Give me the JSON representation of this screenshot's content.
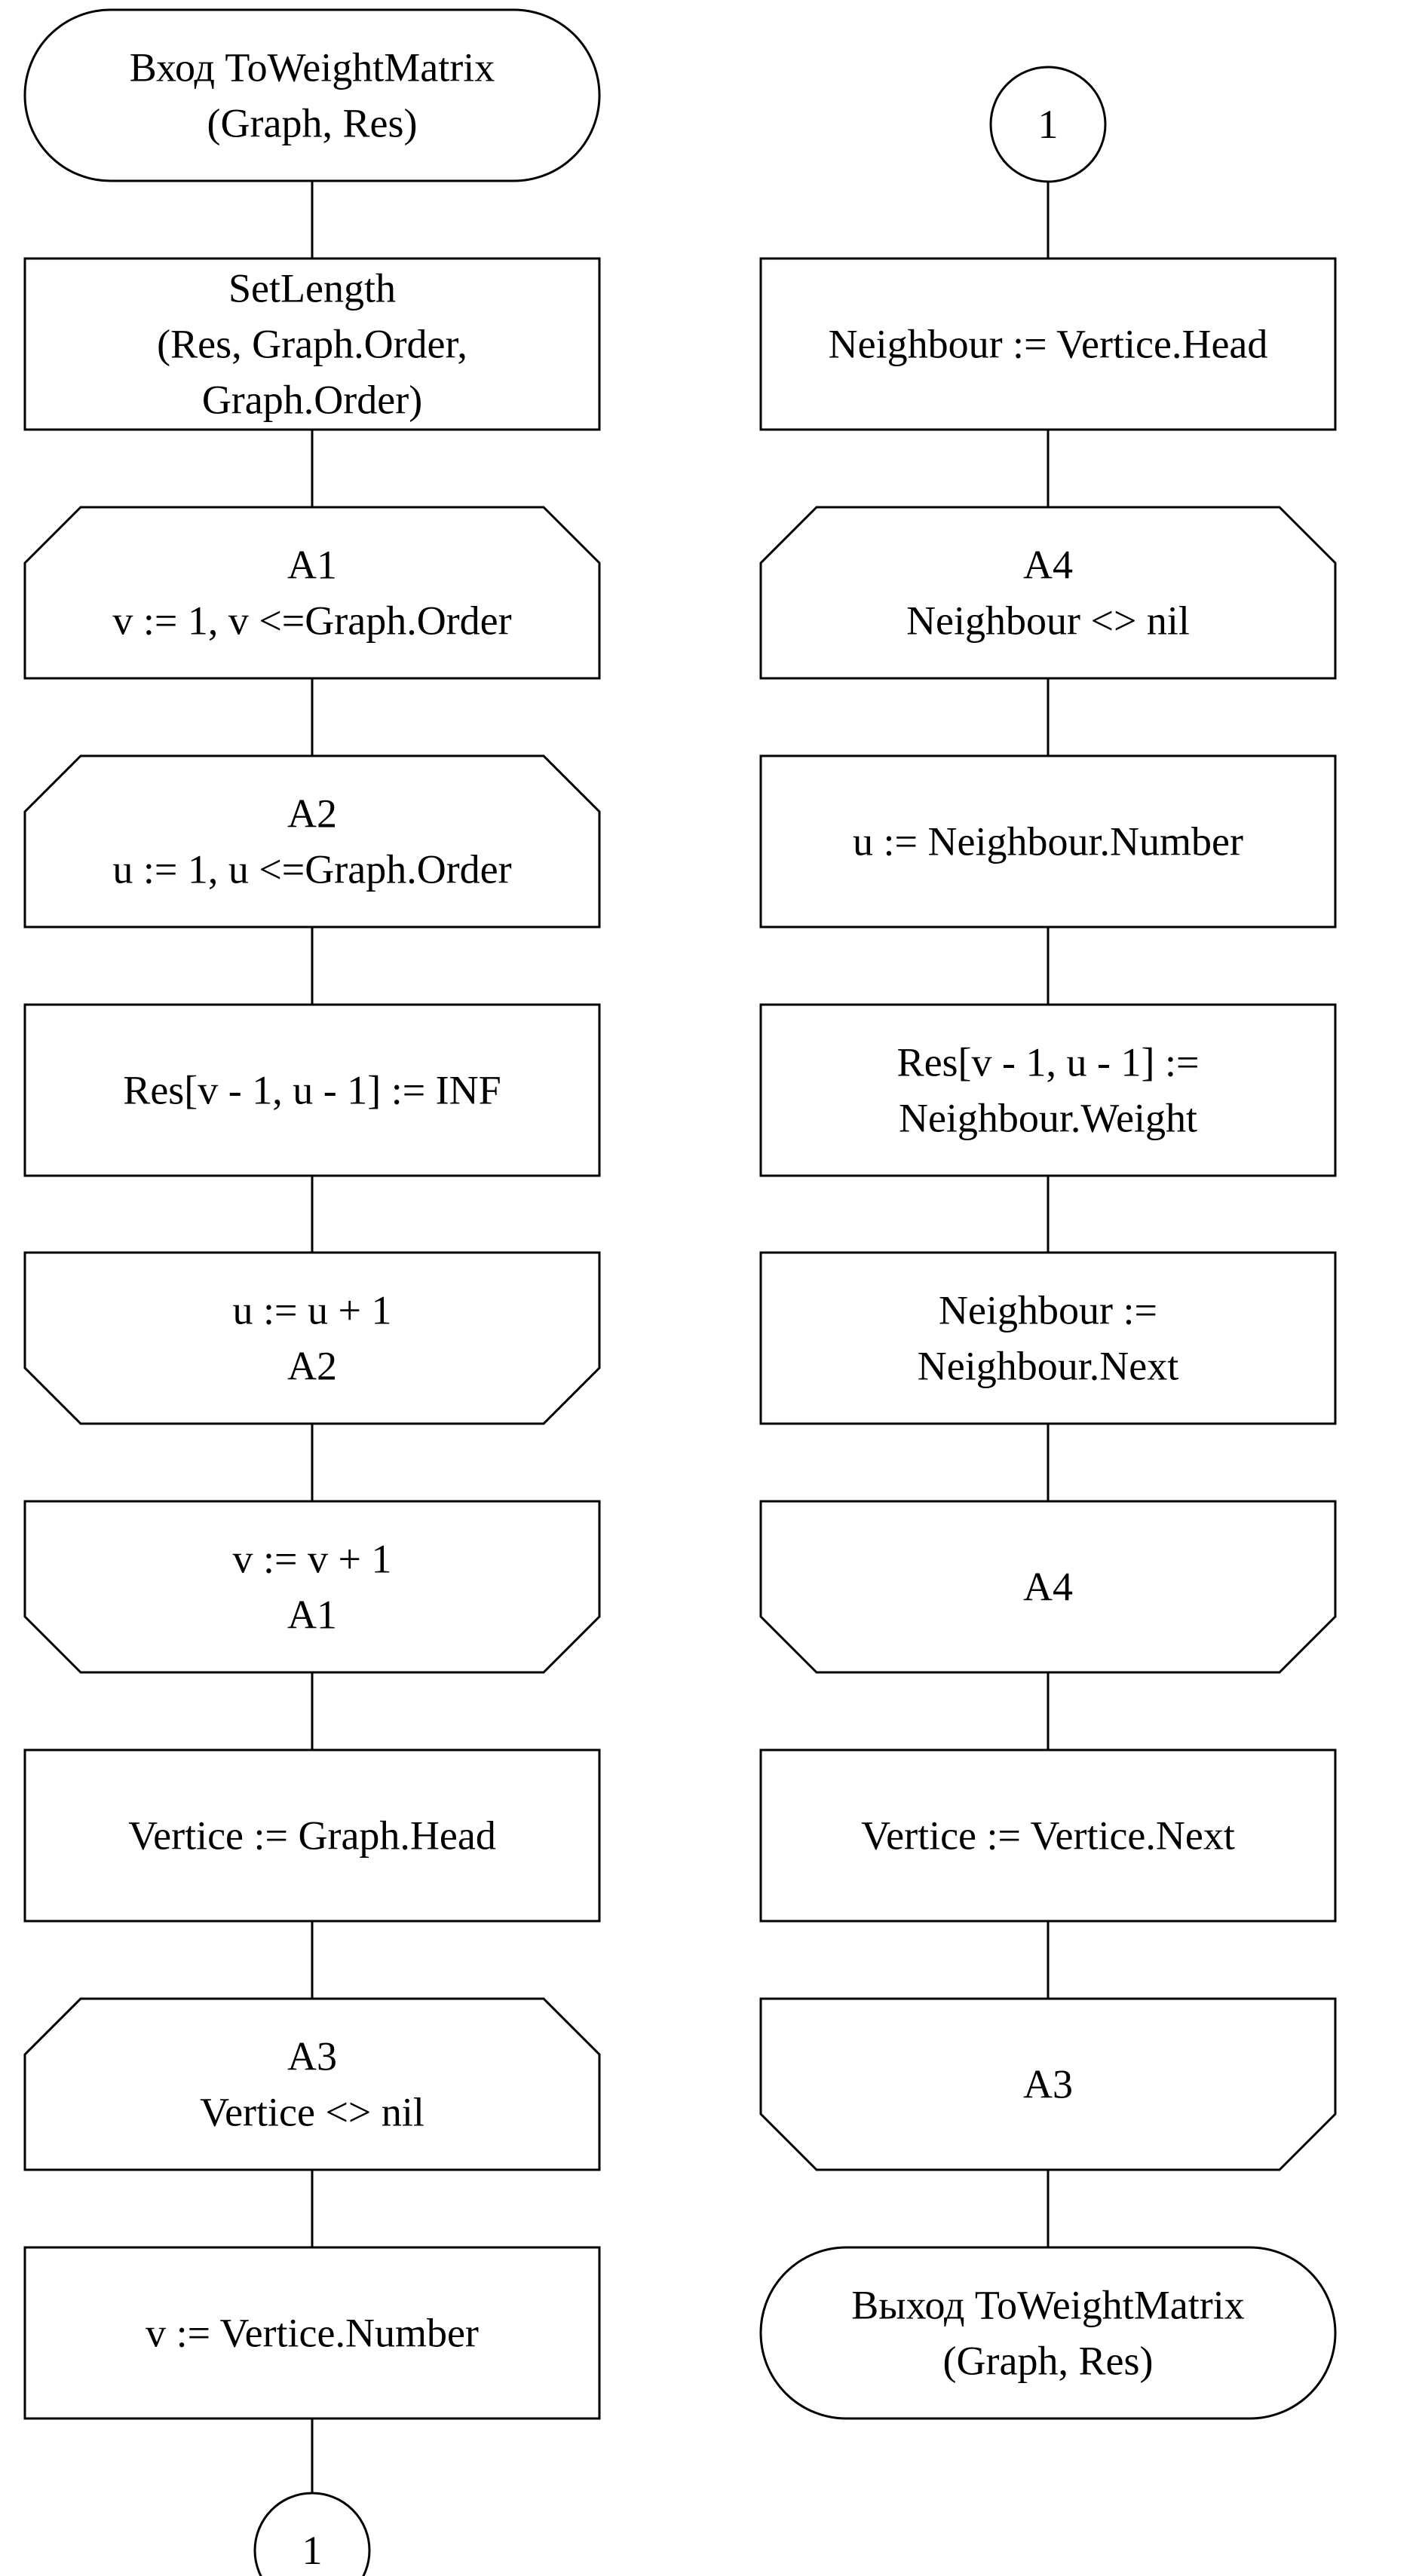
{
  "flowchart": {
    "left_column": [
      {
        "id": "start",
        "shape": "terminator",
        "lines": [
          "Вход ToWeightMatrix",
          "(Graph, Res)"
        ]
      },
      {
        "id": "setlength",
        "shape": "process",
        "lines": [
          "SetLength",
          "(Res, Graph.Order,",
          "Graph.Order)"
        ]
      },
      {
        "id": "loop-a1-begin",
        "shape": "loop-begin",
        "lines": [
          "A1",
          "v := 1, v <=Graph.Order"
        ]
      },
      {
        "id": "loop-a2-begin",
        "shape": "loop-begin",
        "lines": [
          "A2",
          "u := 1, u <=Graph.Order"
        ]
      },
      {
        "id": "res-inf",
        "shape": "process",
        "lines": [
          "Res[v - 1, u - 1] := INF"
        ]
      },
      {
        "id": "loop-a2-end",
        "shape": "loop-end",
        "lines": [
          "u := u + 1",
          "A2"
        ]
      },
      {
        "id": "loop-a1-end",
        "shape": "loop-end",
        "lines": [
          "v := v + 1",
          "A1"
        ]
      },
      {
        "id": "vertice-head",
        "shape": "process",
        "lines": [
          "Vertice := Graph.Head"
        ]
      },
      {
        "id": "loop-a3-begin",
        "shape": "loop-begin",
        "lines": [
          "A3",
          "Vertice <> nil"
        ]
      },
      {
        "id": "v-number",
        "shape": "process",
        "lines": [
          "v := Vertice.Number"
        ]
      },
      {
        "id": "connector-out",
        "shape": "connector",
        "lines": [
          "1"
        ]
      }
    ],
    "right_column": [
      {
        "id": "connector-in",
        "shape": "connector",
        "lines": [
          "1"
        ]
      },
      {
        "id": "neighbour-head",
        "shape": "process",
        "lines": [
          "Neighbour := Vertice.Head"
        ]
      },
      {
        "id": "loop-a4-begin",
        "shape": "loop-begin",
        "lines": [
          "A4",
          "Neighbour <> nil"
        ]
      },
      {
        "id": "u-number",
        "shape": "process",
        "lines": [
          "u := Neighbour.Number"
        ]
      },
      {
        "id": "res-weight",
        "shape": "process",
        "lines": [
          "Res[v - 1, u - 1] :=",
          "Neighbour.Weight"
        ]
      },
      {
        "id": "neighbour-next",
        "shape": "process",
        "lines": [
          "Neighbour :=",
          "Neighbour.Next"
        ]
      },
      {
        "id": "loop-a4-end",
        "shape": "loop-end",
        "lines": [
          "A4"
        ]
      },
      {
        "id": "vertice-next",
        "shape": "process",
        "lines": [
          "Vertice := Vertice.Next"
        ]
      },
      {
        "id": "loop-a3-end",
        "shape": "loop-end",
        "lines": [
          "A3"
        ]
      },
      {
        "id": "end",
        "shape": "terminator",
        "lines": [
          "Выход ToWeightMatrix",
          "(Graph, Res)"
        ]
      }
    ]
  }
}
